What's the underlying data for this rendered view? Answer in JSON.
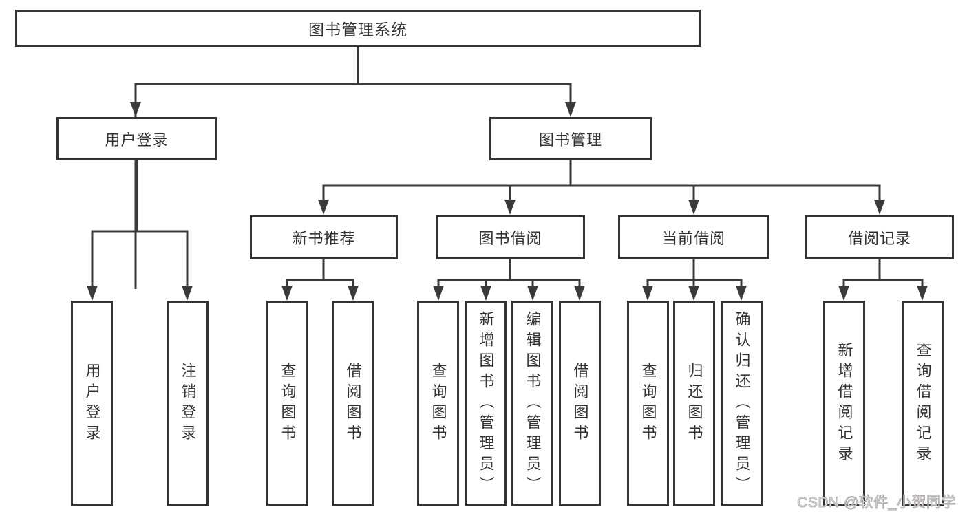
{
  "diagram": {
    "title": "图书管理系统",
    "user_login": {
      "label": "用户登录",
      "children": [
        "用户登录",
        "注销登录"
      ]
    },
    "book_management": {
      "label": "图书管理",
      "sections": [
        {
          "label": "新书推荐",
          "children": [
            "查询图书",
            "借阅图书"
          ]
        },
        {
          "label": "图书借阅",
          "children": [
            "查询图书",
            "新增图书（管理员）",
            "编辑图书（管理员）",
            "借阅图书"
          ]
        },
        {
          "label": "当前借阅",
          "children": [
            "查询图书",
            "归还图书",
            "确认归还（管理员）"
          ]
        },
        {
          "label": "借阅记录",
          "children": [
            "新增借阅记录",
            "查询借阅记录"
          ]
        }
      ]
    }
  },
  "watermark": {
    "text": "CSDN @软件_小贺同学"
  },
  "colors": {
    "line": "#3a3a3a",
    "box_border": "#333333",
    "text": "#333333",
    "watermark": "#e8e8e8",
    "background": "#ffffff"
  }
}
